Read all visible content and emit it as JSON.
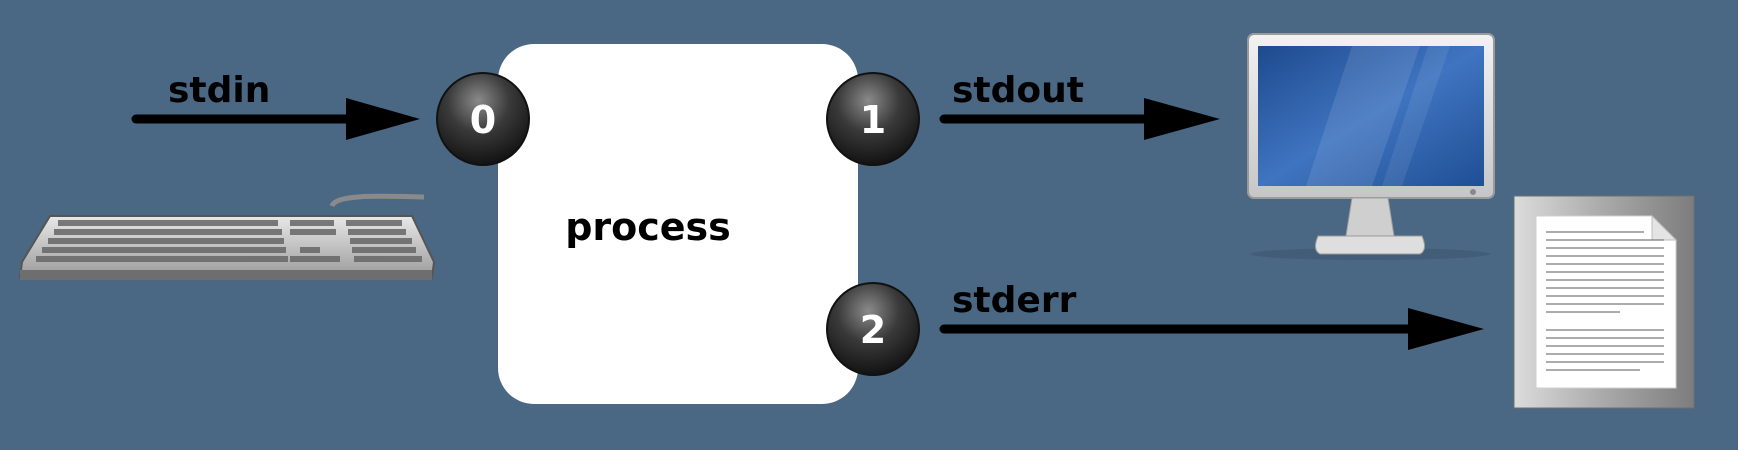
{
  "process": {
    "label": "process"
  },
  "streams": [
    {
      "label": "stdin",
      "fd": "0",
      "source": "keyboard-icon"
    },
    {
      "label": "stdout",
      "fd": "1",
      "target": "monitor-icon"
    },
    {
      "label": "stderr",
      "fd": "2",
      "target": "document-icon"
    }
  ],
  "colors": {
    "background": "#4a6884",
    "process_box": "#ffffff",
    "arrow": "#000000",
    "fd_circle": "#2b2b2b",
    "screen": "#2c5aa0"
  }
}
